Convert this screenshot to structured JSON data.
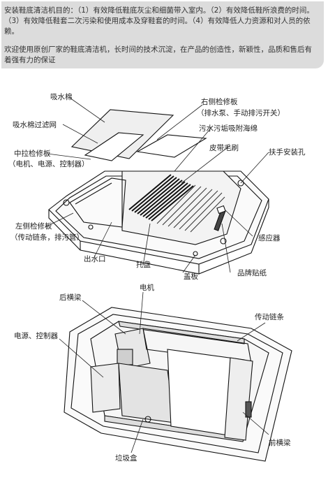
{
  "intro": {
    "purpose": "安装鞋底清洁机目的：（1）有效降低鞋底灰尘和细菌带入室内。（2）有效降低鞋所浪费的时间。（3）有效降低鞋套二次污染和使用成本及穿鞋套的时间。（4）有效降低人力资源和对人员的依赖。",
    "welcome": "欢迎使用原创厂家的鞋底清洁机，长时间的技术沉淀，在产品的创造性，新颖性，品质和售后有着强有力的保证"
  },
  "top_diagram": {
    "labels": {
      "absorbent_cotton": "吸水棉",
      "absorbent_filter": "吸水棉过滤网",
      "middle_panel": "中拉检修板",
      "middle_panel_sub": "（电机、电源、控制器）",
      "right_panel": "右侧检修板",
      "right_panel_sub": "（排水泵、手动排污开关）",
      "sponge": "污水污垢吸附海绵",
      "brush": "皮带毛刷",
      "handle_holes": "扶手安装孔",
      "left_panel": "左侧检修板",
      "left_panel_sub": "（传动链条，排污管）",
      "sensor": "感应器",
      "water_outlet": "出水口",
      "tray": "托盘",
      "cover": "盖板",
      "brand_sticker": "品牌贴纸"
    }
  },
  "bottom_diagram": {
    "labels": {
      "motor": "电机",
      "rear_beam": "后横梁",
      "chain": "传动链条",
      "power_controller": "电源、控制器",
      "front_beam": "前横梁",
      "trash_box": "垃圾盒"
    }
  }
}
